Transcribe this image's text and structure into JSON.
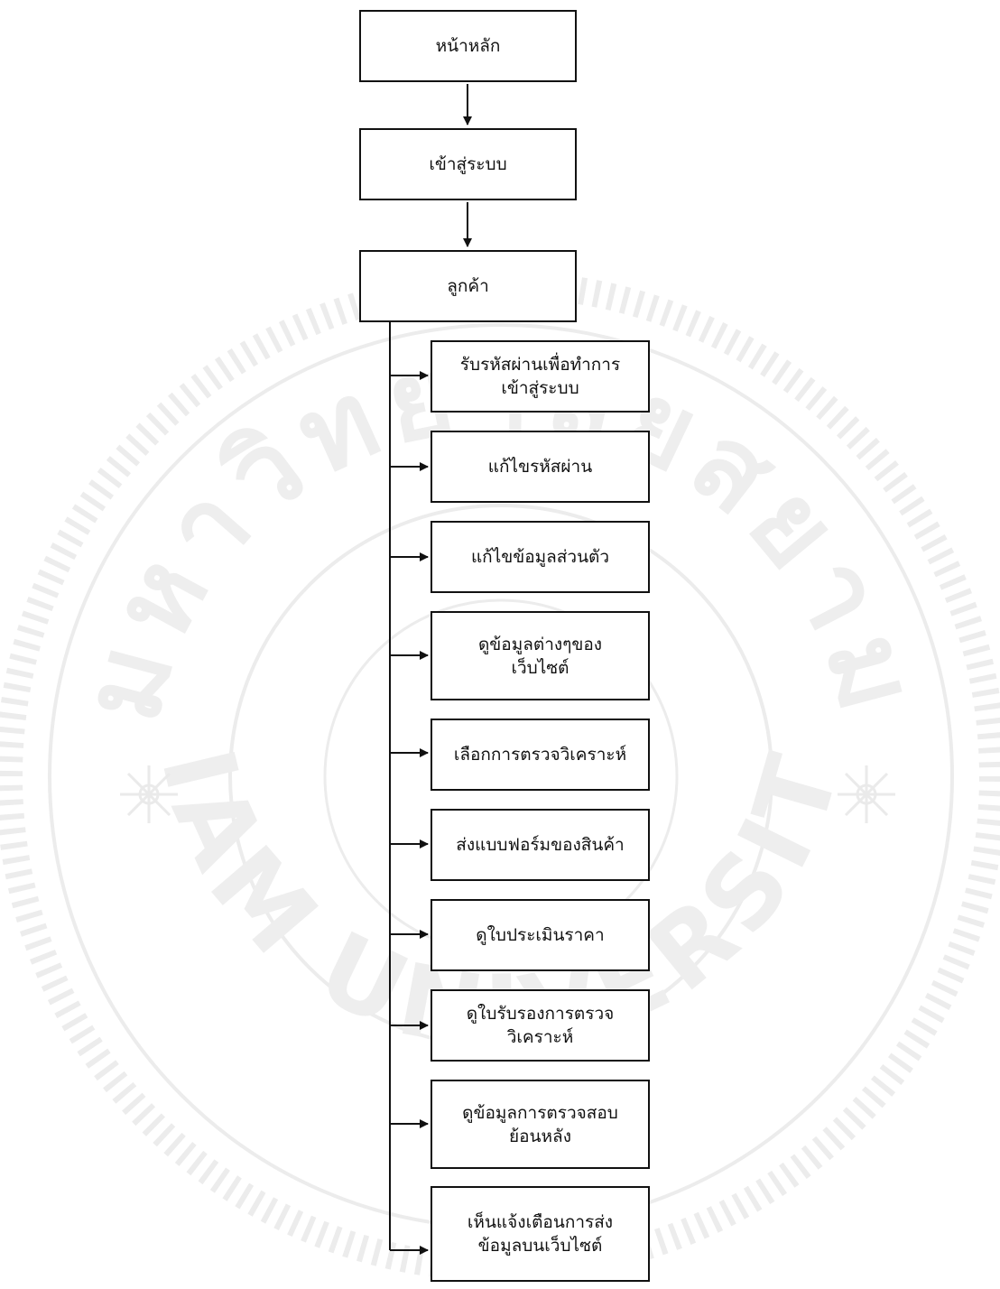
{
  "diagram": {
    "main_flow": [
      {
        "label": "หน้าหลัก"
      },
      {
        "label": "เข้าสู่ระบบ"
      },
      {
        "label": "ลูกค้า"
      }
    ],
    "sub_items": [
      {
        "label": "รับรหัสผ่านเพื่อทำการ\nเข้าสู่ระบบ"
      },
      {
        "label": "แก้ไขรหัสผ่าน"
      },
      {
        "label": "แก้ไขข้อมูลส่วนตัว"
      },
      {
        "label": "ดูข้อมูลต่างๆของ\nเว็บไซต์"
      },
      {
        "label": "เลือกการตรวจวิเคราะห์"
      },
      {
        "label": "ส่งแบบฟอร์มของสินค้า"
      },
      {
        "label": "ดูใบประเมินราคา"
      },
      {
        "label": "ดูใบรับรองการตรวจ\nวิเคราะห์"
      },
      {
        "label": "ดูข้อมูลการตรวจสอบ\nย้อนหลัง"
      },
      {
        "label": "เห็นแจ้งเตือนการส่ง\nข้อมูลบนเว็บไซต์"
      }
    ],
    "watermark": {
      "text_top": "มหาวิทยาลัยสยาม",
      "text_bottom": "SIAM UNIVERSITY"
    },
    "colors": {
      "line": "#111111",
      "watermark": "#e9e9e9"
    }
  }
}
